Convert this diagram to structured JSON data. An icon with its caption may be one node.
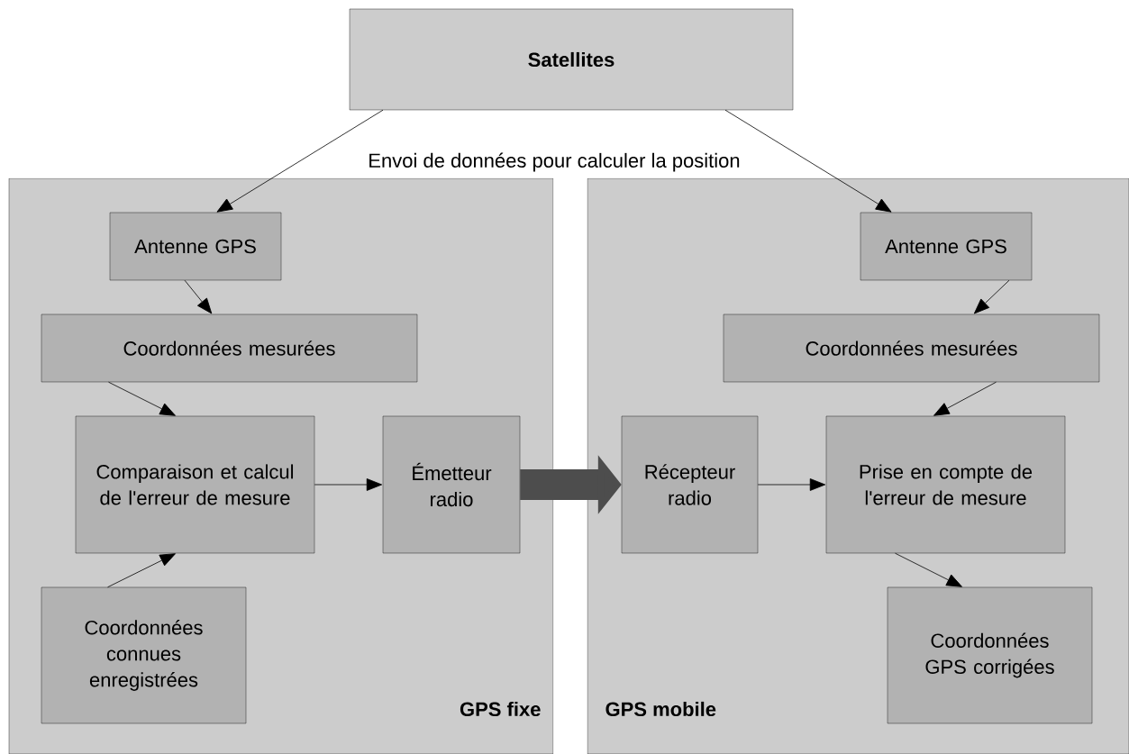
{
  "diagram": {
    "nodes": [
      {
        "text": [
          "Satellites"
        ]
      },
      {
        "text": [
          "GPS fixe"
        ]
      },
      {
        "text": [
          "GPS mobile"
        ]
      },
      {
        "text": [
          "Antenne GPS"
        ],
        "in": 1
      },
      {
        "text": [
          "Coordonnées mesurées"
        ],
        "in": 1
      },
      {
        "text": [
          "Comparaison et calcul de l'erreur de mesure"
        ],
        "in": 1
      },
      {
        "text": [
          "Émetteur radio"
        ],
        "in": 1
      },
      {
        "text": [
          "Coordonnées connues enregistrées"
        ],
        "in": 1
      },
      {
        "text": [
          "Antenne GPS"
        ],
        "in": 2
      },
      {
        "text": [
          "Coordonnées mesurées"
        ],
        "in": 2
      },
      {
        "text": [
          "Récepteur radio"
        ],
        "in": 2
      },
      {
        "text": [
          "Prise en compte de l'erreur de mesure"
        ],
        "in": 2
      },
      {
        "text": [
          "Coordonnées GPS corrigées"
        ],
        "in": 2
      }
    ],
    "edges": [
      {
        "from": 0,
        "to": 3,
        "arrow": "to"
      },
      {
        "from": 0,
        "to": 8,
        "arrow": "to"
      },
      {
        "from": 3,
        "to": 4,
        "arrow": "to"
      },
      {
        "from": 4,
        "to": 5,
        "arrow": "to"
      },
      {
        "from": 7,
        "to": 5,
        "arrow": "to"
      },
      {
        "from": 5,
        "to": 6,
        "arrow": "to"
      },
      {
        "from": 6,
        "to": 10,
        "arrow": "to",
        "style": "thick",
        "color": "#4d4d4d"
      },
      {
        "from": 8,
        "to": 9,
        "arrow": "to"
      },
      {
        "from": 9,
        "to": 11,
        "arrow": "to"
      },
      {
        "from": 10,
        "to": 11,
        "arrow": "to"
      },
      {
        "from": 11,
        "to": 12,
        "arrow": "to"
      }
    ],
    "labels": [
      "Envoi de données pour calculer la position"
    ]
  }
}
